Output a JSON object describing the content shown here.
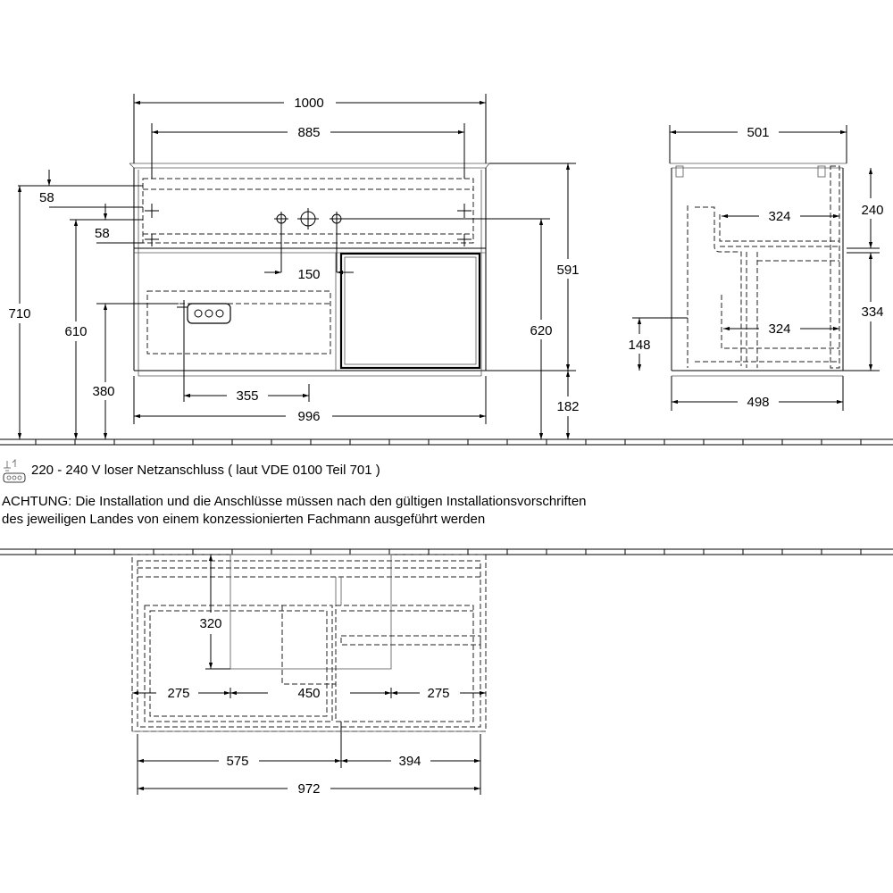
{
  "front_view": {
    "dims": {
      "total_width": "1000",
      "inner_width": "885",
      "top_gap_a": "58",
      "top_gap_b": "58",
      "tap_spacing": "150",
      "total_height": "710",
      "height_610": "610",
      "socket_height": "380",
      "socket_offset": "355",
      "bottom_width": "996",
      "height_591": "591",
      "height_620": "620",
      "floor_gap": "182"
    }
  },
  "side_view": {
    "dims": {
      "top_depth": "501",
      "upper_drawer_depth": "324",
      "lower_drawer_depth": "324",
      "upper_height": "240",
      "lower_height": "334",
      "socket_height": "148",
      "bottom_depth": "498"
    }
  },
  "notes": {
    "power_note": "220 - 240 V loser Netzanschluss ( laut VDE 0100 Teil 701 )",
    "warning_line1": "ACHTUNG: Die Installation und die Anschlüsse müssen nach den gültigen Installationsvorschriften",
    "warning_line2": "des jeweiligen Landes von einem konzessionierten Fachmann ausgeführt werden"
  },
  "top_view": {
    "dims": {
      "depth_320": "320",
      "left_275": "275",
      "mid_450": "450",
      "right_275": "275",
      "left_575": "575",
      "right_394": "394",
      "total_972": "972"
    }
  }
}
